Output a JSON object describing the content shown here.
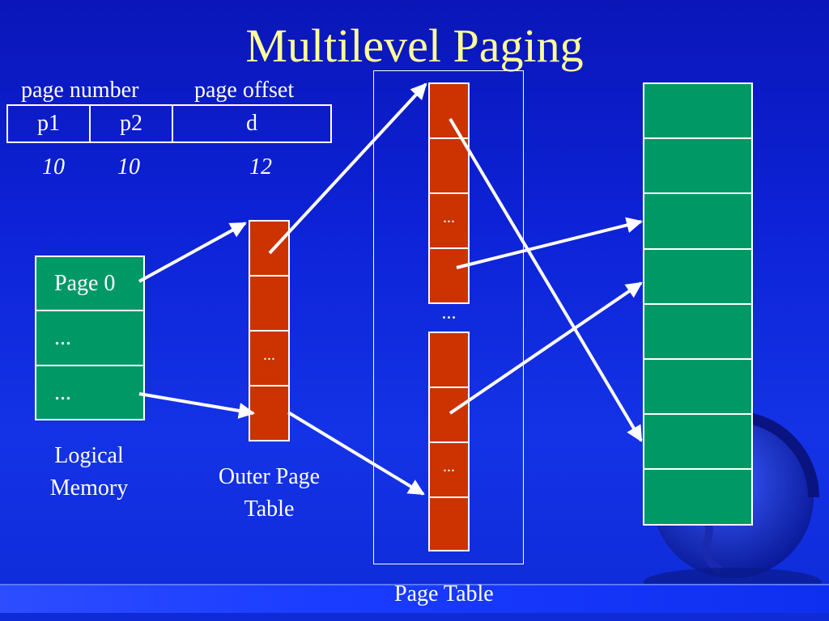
{
  "title": "Multilevel Paging",
  "address": {
    "page_number_label": "page number",
    "page_offset_label": "page offset",
    "fields": [
      "p1",
      "p2",
      "d"
    ],
    "bits": [
      "10",
      "10",
      "12"
    ]
  },
  "logical_memory": {
    "cells": [
      "Page 0",
      "...",
      "..."
    ],
    "label_line1": "Logical",
    "label_line2": "Memory"
  },
  "outer_page_table": {
    "cells": [
      "",
      "",
      "...",
      ""
    ],
    "label_line1": "Outer Page",
    "label_line2": "Table"
  },
  "page_table": {
    "upper_cells": [
      "",
      "",
      "...",
      ""
    ],
    "gap_dots": "...",
    "lower_cells": [
      "",
      "",
      "...",
      ""
    ],
    "label": "Page Table"
  },
  "physical_memory": {
    "frame_count": 8
  },
  "colors": {
    "title": "#ffff99",
    "green": "#009966",
    "red": "#cc3300",
    "background": "#0d22d6"
  }
}
